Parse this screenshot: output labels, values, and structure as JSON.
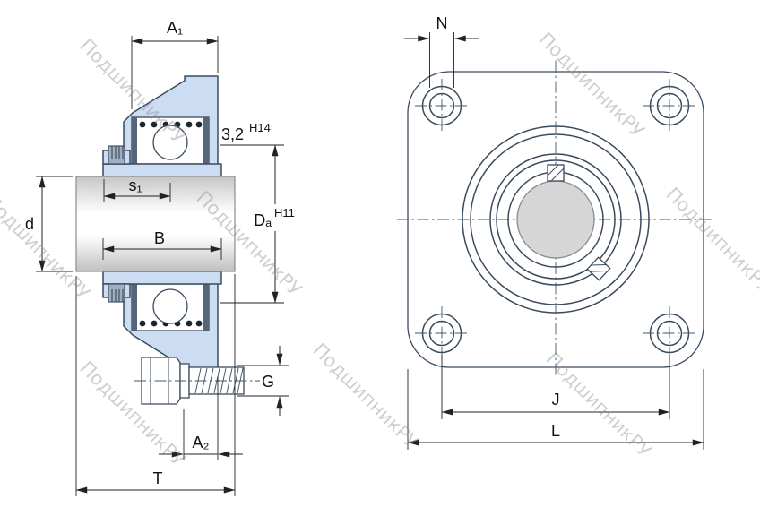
{
  "watermark": {
    "text": "ПодшипникРУ"
  },
  "left_view": {
    "labels": {
      "a1": "A₁",
      "roughness": "3,2",
      "h14": "H14",
      "s1": "s₁",
      "d": "d",
      "b": "B",
      "da": "Dₐ",
      "h11": "H11",
      "g": "G",
      "a2": "A₂",
      "t": "T"
    }
  },
  "right_view": {
    "labels": {
      "n": "N",
      "j": "J",
      "l": "L"
    }
  },
  "colors": {
    "housing_fill": "#ccdcf2",
    "outline": "#3a4b5e",
    "shaft_gray": "#d6d6d6",
    "dimension_line": "#222222",
    "watermark_gray": "#8f8f8f"
  }
}
